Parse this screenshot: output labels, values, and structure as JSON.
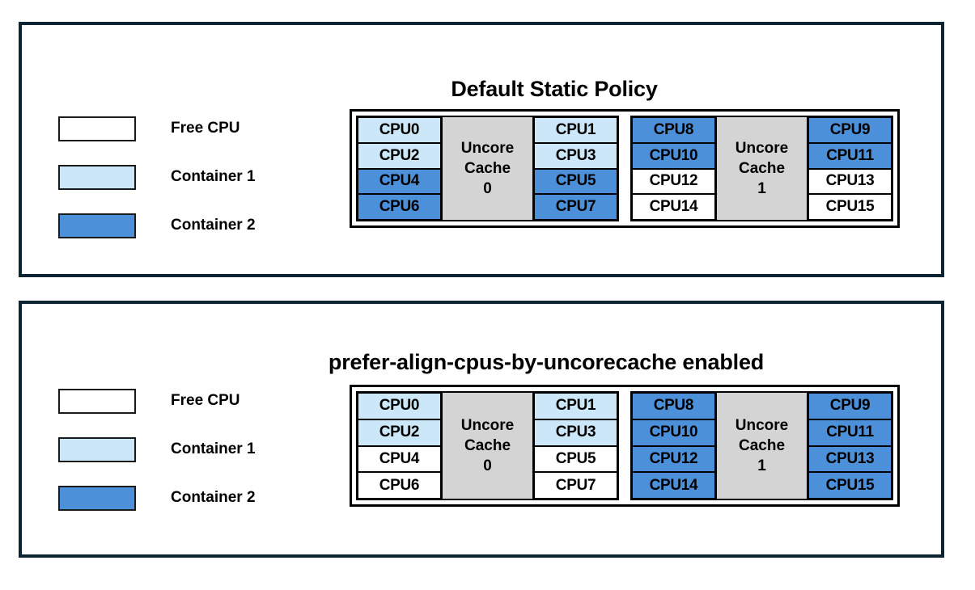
{
  "colors": {
    "panel_border": "#0d2433",
    "free_cpu": "#ffffff",
    "container_1": "#cbe7f8",
    "container_2": "#4d90da",
    "cache_block": "#d4d4d4",
    "cell_border": "#000000"
  },
  "legend": {
    "items": [
      {
        "label": "Free CPU",
        "fill": "free"
      },
      {
        "label": "Container 1",
        "fill": "c1"
      },
      {
        "label": "Container 2",
        "fill": "c2"
      }
    ]
  },
  "panels": [
    {
      "title": "Default Static Policy",
      "caches": [
        {
          "name_line1": "Uncore",
          "name_line2": "Cache",
          "index": "0",
          "left_column": [
            {
              "label": "CPU0",
              "fill": "c1"
            },
            {
              "label": "CPU2",
              "fill": "c1"
            },
            {
              "label": "CPU4",
              "fill": "c2"
            },
            {
              "label": "CPU6",
              "fill": "c2"
            }
          ],
          "right_column": [
            {
              "label": "CPU1",
              "fill": "c1"
            },
            {
              "label": "CPU3",
              "fill": "c1"
            },
            {
              "label": "CPU5",
              "fill": "c2"
            },
            {
              "label": "CPU7",
              "fill": "c2"
            }
          ]
        },
        {
          "name_line1": "Uncore",
          "name_line2": "Cache",
          "index": "1",
          "left_column": [
            {
              "label": "CPU8",
              "fill": "c2"
            },
            {
              "label": "CPU10",
              "fill": "c2"
            },
            {
              "label": "CPU12",
              "fill": "free"
            },
            {
              "label": "CPU14",
              "fill": "free"
            }
          ],
          "right_column": [
            {
              "label": "CPU9",
              "fill": "c2"
            },
            {
              "label": "CPU11",
              "fill": "c2"
            },
            {
              "label": "CPU13",
              "fill": "free"
            },
            {
              "label": "CPU15",
              "fill": "free"
            }
          ]
        }
      ]
    },
    {
      "title": "prefer-align-cpus-by-uncorecache enabled",
      "caches": [
        {
          "name_line1": "Uncore",
          "name_line2": "Cache",
          "index": "0",
          "left_column": [
            {
              "label": "CPU0",
              "fill": "c1"
            },
            {
              "label": "CPU2",
              "fill": "c1"
            },
            {
              "label": "CPU4",
              "fill": "free"
            },
            {
              "label": "CPU6",
              "fill": "free"
            }
          ],
          "right_column": [
            {
              "label": "CPU1",
              "fill": "c1"
            },
            {
              "label": "CPU3",
              "fill": "c1"
            },
            {
              "label": "CPU5",
              "fill": "free"
            },
            {
              "label": "CPU7",
              "fill": "free"
            }
          ]
        },
        {
          "name_line1": "Uncore",
          "name_line2": "Cache",
          "index": "1",
          "left_column": [
            {
              "label": "CPU8",
              "fill": "c2"
            },
            {
              "label": "CPU10",
              "fill": "c2"
            },
            {
              "label": "CPU12",
              "fill": "c2"
            },
            {
              "label": "CPU14",
              "fill": "c2"
            }
          ],
          "right_column": [
            {
              "label": "CPU9",
              "fill": "c2"
            },
            {
              "label": "CPU11",
              "fill": "c2"
            },
            {
              "label": "CPU13",
              "fill": "c2"
            },
            {
              "label": "CPU15",
              "fill": "c2"
            }
          ]
        }
      ]
    }
  ]
}
